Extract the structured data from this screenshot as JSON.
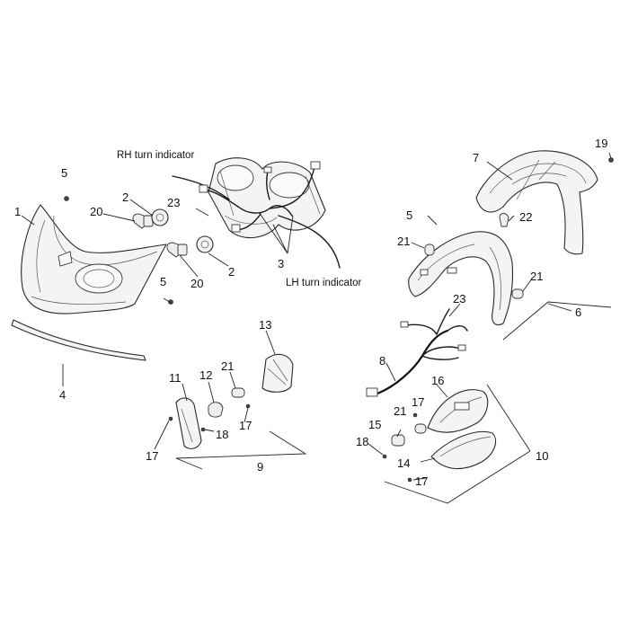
{
  "annotations": {
    "rh_turn_indicator": "RH turn indicator",
    "lh_turn_indicator": "LH turn indicator"
  },
  "callouts": {
    "c1": "1",
    "c2a": "2",
    "c2b": "2",
    "c3": "3",
    "c4": "4",
    "c5a": "5",
    "c5b": "5",
    "c5c": "5",
    "c6": "6",
    "c7": "7",
    "c8": "8",
    "c9": "9",
    "c10": "10",
    "c11": "11",
    "c12": "12",
    "c13": "13",
    "c14": "14",
    "c15": "15",
    "c16": "16",
    "c17a": "17",
    "c17b": "17",
    "c17c": "17",
    "c17d": "17",
    "c18a": "18",
    "c18b": "18",
    "c19": "19",
    "c20a": "20",
    "c20b": "20",
    "c21a": "21",
    "c21b": "21",
    "c21c": "21",
    "c21d": "21",
    "c22": "22",
    "c23a": "23",
    "c23b": "23"
  },
  "colors": {
    "line": "#2a2a2a",
    "background": "#ffffff"
  }
}
